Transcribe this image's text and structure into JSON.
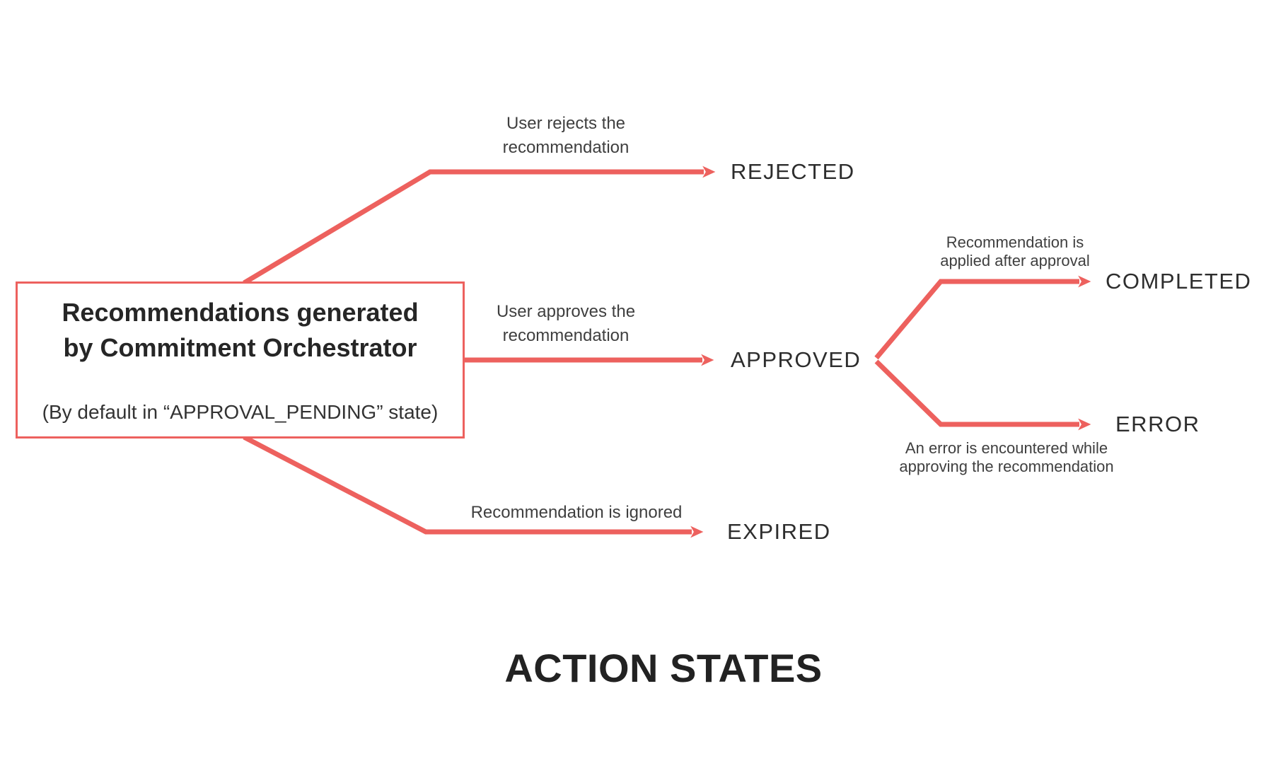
{
  "diagram": {
    "title": "ACTION STATES",
    "source_box": {
      "title_line1": "Recommendations generated",
      "title_line2": "by Commitment Orchestrator",
      "subtitle": "(By default in “APPROVAL_PENDING” state)"
    },
    "states": {
      "rejected": "REJECTED",
      "approved": "APPROVED",
      "expired": "EXPIRED",
      "completed": "COMPLETED",
      "error": "ERROR"
    },
    "transitions": {
      "reject": {
        "line1": "User rejects the",
        "line2": "recommendation"
      },
      "approve": {
        "line1": "User approves the",
        "line2": "recommendation"
      },
      "expire": {
        "line1": "Recommendation is ignored"
      },
      "complete": {
        "line1": "Recommendation is",
        "line2": "applied after approval"
      },
      "error": {
        "line1": "An error is encountered while",
        "line2": "approving the recommendation"
      }
    },
    "colors": {
      "arrow": "#ed615e",
      "text": "#2d2d2d"
    }
  }
}
